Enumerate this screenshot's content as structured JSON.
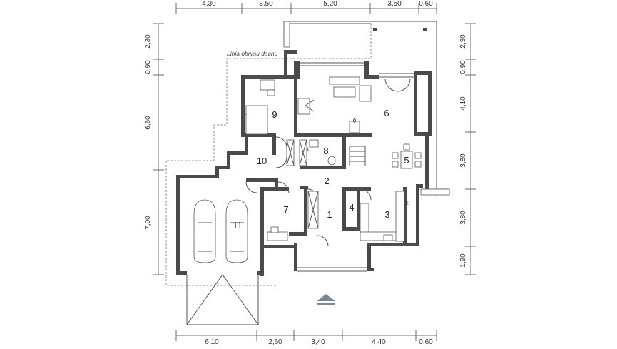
{
  "dimensions": {
    "top": [
      "4,30",
      "3,50",
      "5,20",
      "3,50",
      "0,60"
    ],
    "bottom": [
      "6,10",
      "2,60",
      "3,40",
      "4,40",
      "0,60"
    ],
    "left": [
      "2,30",
      "0,90",
      "6,60",
      "7,00"
    ],
    "right": [
      "2,30",
      "0,90",
      "4,10",
      "3,80",
      "3,80",
      "1,90"
    ]
  },
  "roof_outline_label": "Linia obrysu dachu",
  "rooms": [
    "1",
    "2",
    "3",
    "4",
    "5",
    "6",
    "7",
    "8",
    "9",
    "10",
    "11"
  ],
  "entrance_marker_icon": "entrance-arrow-icon",
  "colors": {
    "walls": "#4a4a4a",
    "entrance": "#7b8793"
  }
}
